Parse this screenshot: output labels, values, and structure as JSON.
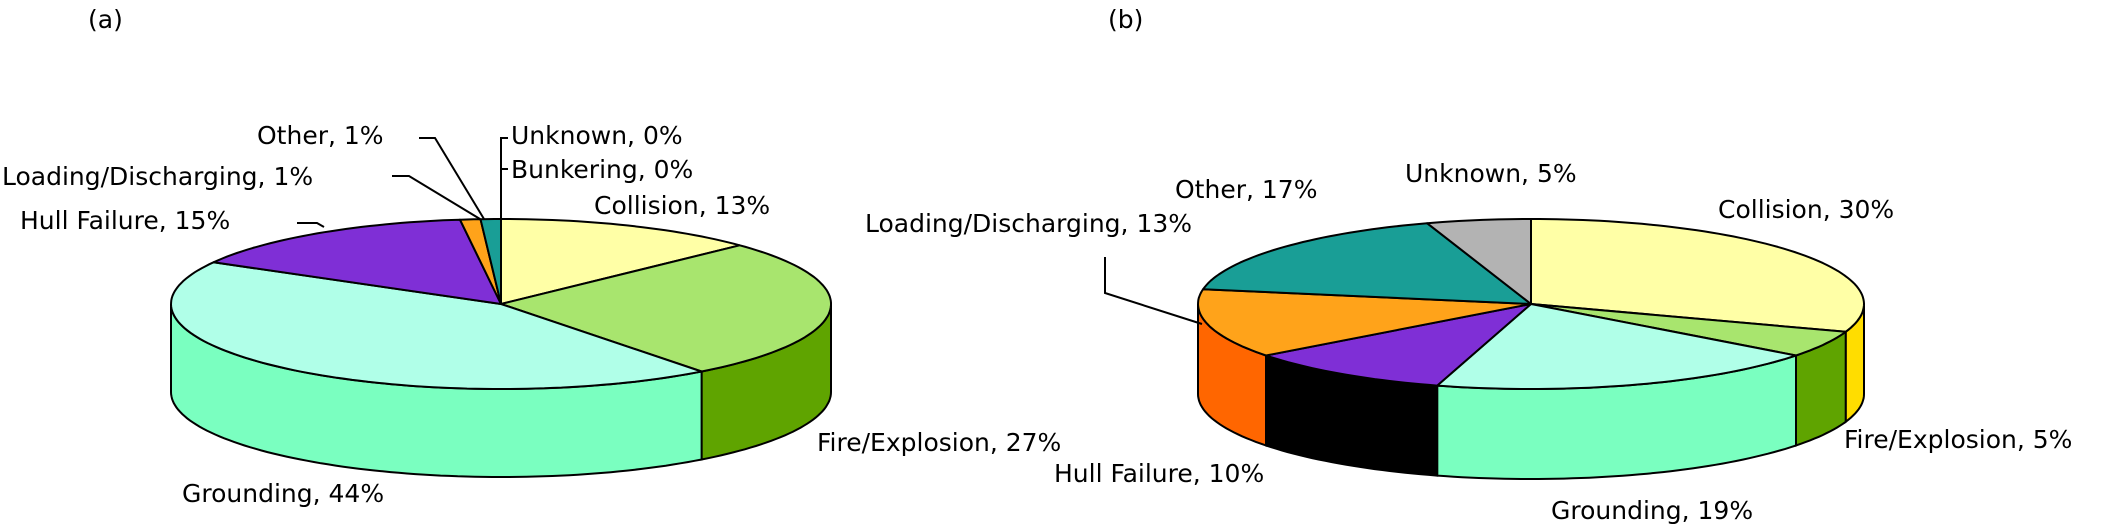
{
  "chart_data": [
    {
      "type": "pie",
      "panel_label": "(a)",
      "style": "3d",
      "slices": [
        {
          "name": "Collision",
          "value": 13,
          "label": "Collision, 13%",
          "color": "#ffffa6",
          "side_color": "#ffdd00"
        },
        {
          "name": "Fire/Explosion",
          "value": 27,
          "label": "Fire/Explosion, 27%",
          "color": "#a8e56e",
          "side_color": "#5fa400"
        },
        {
          "name": "Grounding",
          "value": 44,
          "label": "Grounding, 44%",
          "color": "#b0ffe8",
          "side_color": "#7affc0"
        },
        {
          "name": "Hull Failure",
          "value": 15,
          "label": "Hull Failure, 15%",
          "color": "#7f2fd6",
          "side_color": "#000000"
        },
        {
          "name": "Loading/Discharging",
          "value": 1,
          "label": "Loading/Discharging, 1%",
          "color": "#ffa31a",
          "side_color": "#ff6600"
        },
        {
          "name": "Other",
          "value": 1,
          "label": "Other, 1%",
          "color": "#199e96",
          "side_color": "#0f6f69"
        },
        {
          "name": "Unknown",
          "value": 0,
          "label": "Unknown, 0%",
          "color": "#b3b3b3",
          "side_color": "#808080"
        },
        {
          "name": "Bunkering",
          "value": 0,
          "label": "Bunkering, 0%",
          "color": "#cccccc",
          "side_color": "#999999"
        }
      ]
    },
    {
      "type": "pie",
      "panel_label": "(b)",
      "style": "3d",
      "slices": [
        {
          "name": "Collision",
          "value": 30,
          "label": "Collision, 30%",
          "color": "#ffffa6",
          "side_color": "#ffdd00"
        },
        {
          "name": "Fire/Explosion",
          "value": 5,
          "label": "Fire/Explosion, 5%",
          "color": "#a8e56e",
          "side_color": "#5fa400"
        },
        {
          "name": "Grounding",
          "value": 19,
          "label": "Grounding, 19%",
          "color": "#b0ffe8",
          "side_color": "#7affc0"
        },
        {
          "name": "Hull Failure",
          "value": 10,
          "label": "Hull Failure, 10%",
          "color": "#7f2fd6",
          "side_color": "#000000"
        },
        {
          "name": "Loading/Discharging",
          "value": 13,
          "label": "Loading/Discharging, 13%",
          "color": "#ffa31a",
          "side_color": "#ff6600"
        },
        {
          "name": "Other",
          "value": 17,
          "label": "Other, 17%",
          "color": "#199e96",
          "side_color": "#0f6f69"
        },
        {
          "name": "Unknown",
          "value": 5,
          "label": "Unknown, 5%",
          "color": "#b3b3b3",
          "side_color": "#808080"
        }
      ]
    }
  ]
}
